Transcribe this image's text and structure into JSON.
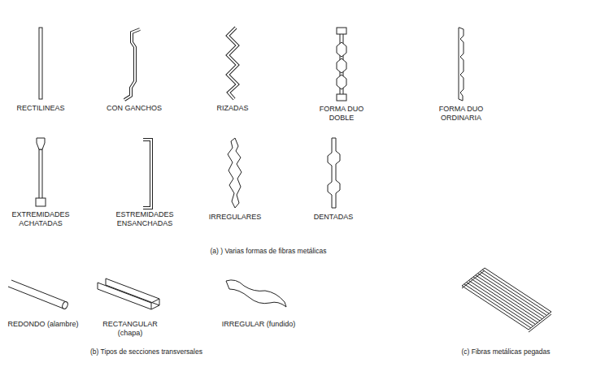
{
  "diagram": {
    "labels": [
      "RECTILINEAS",
      "CON GANCHOS",
      "RIZADAS",
      "FORMA DUO DOBLE",
      "FORMA DUO ORDINARIA",
      "EXTREMIDADES ACHATADAS",
      "ESTREMIDADES ENSANCHADAS",
      "IRREGULARES",
      "DENTADAS",
      "(a) ) Varias formas de fibras metálicas",
      "REDONDO (alambre)",
      "RECTANGULAR (chapa)",
      "IRREGULAR (fundido)",
      "(b) Tipos de secciones transversales",
      "(c) Fibras metálicas pegadas"
    ]
  }
}
